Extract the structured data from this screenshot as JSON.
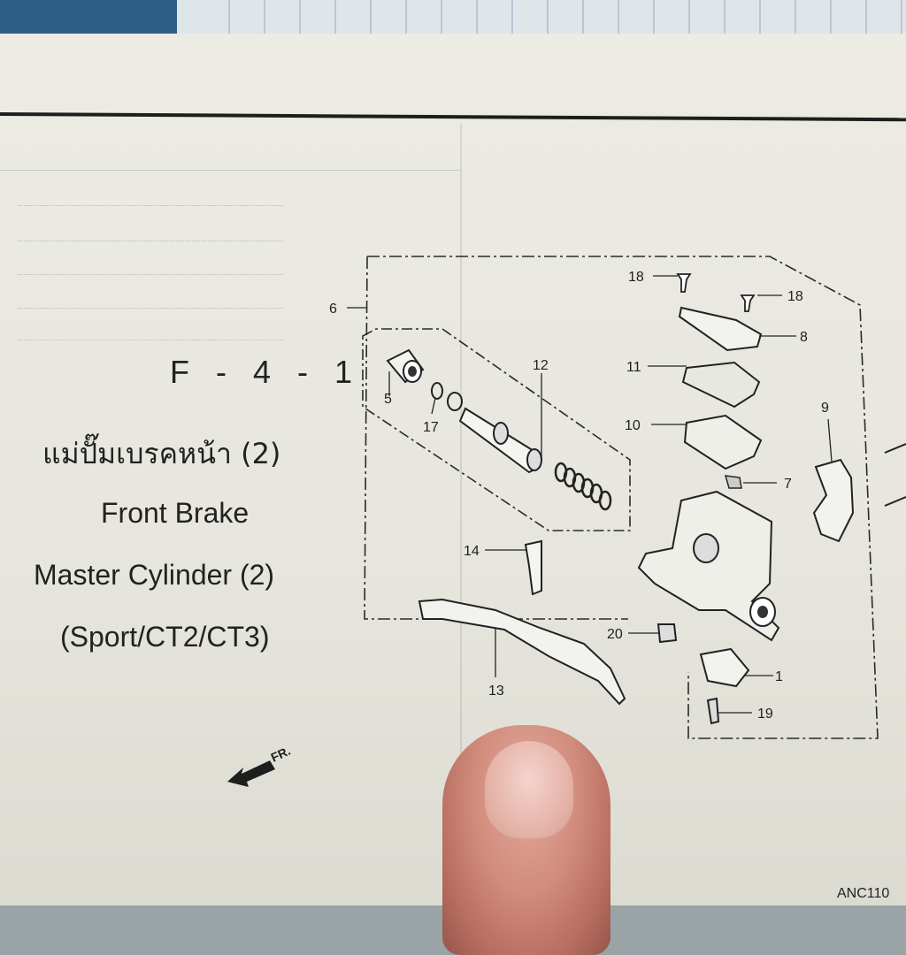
{
  "page": {
    "code": "F - 4 - 1",
    "title_thai": "แม่ปั๊มเบรคหน้า (2)",
    "title_en_line1": "Front Brake",
    "title_en_line2": "Master Cylinder (2)",
    "title_en_line3": "(Sport/CT2/CT3)",
    "footer_code": "ANC110",
    "fr_label": "FR."
  },
  "diagram": {
    "part_numbers": [
      "18",
      "18",
      "6",
      "8",
      "12",
      "11",
      "5",
      "17",
      "9",
      "10",
      "7",
      "14",
      "20",
      "1",
      "13",
      "19"
    ]
  },
  "colors": {
    "paper": "#ecebe4",
    "ink": "#1e1e1e",
    "skin": "#d08b7c"
  }
}
